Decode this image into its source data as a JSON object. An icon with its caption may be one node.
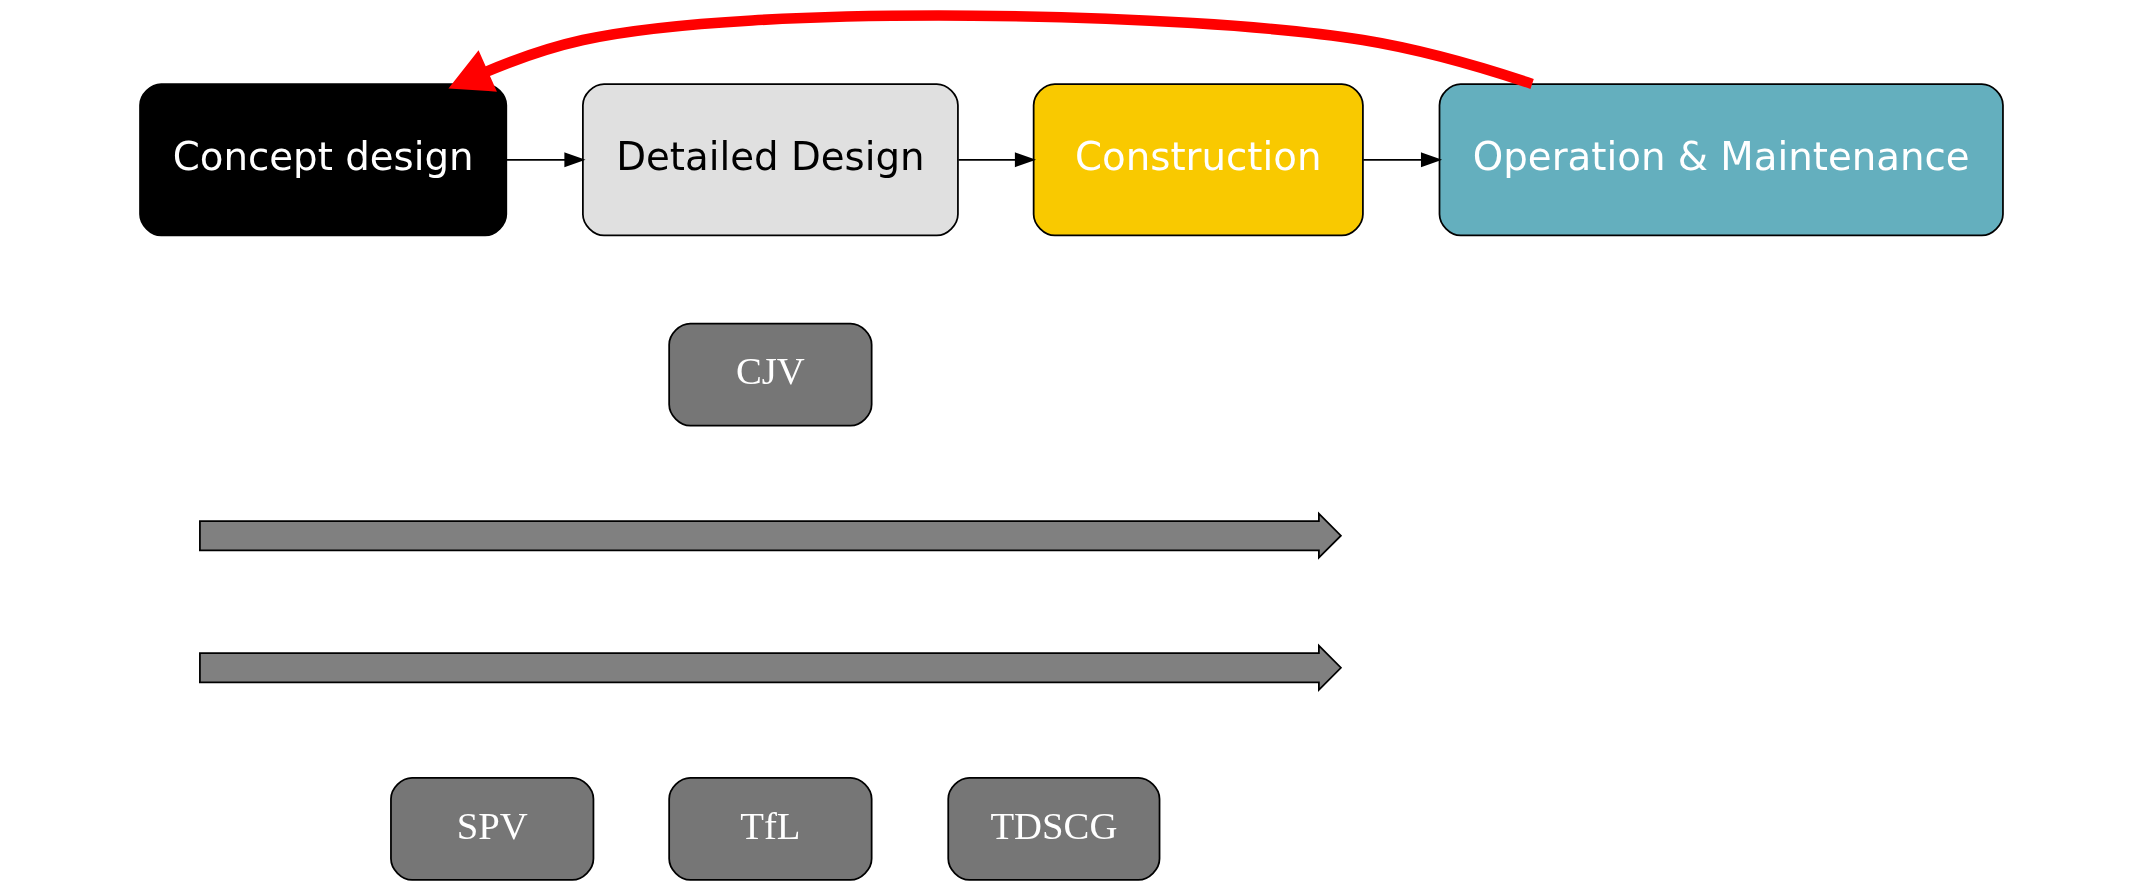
{
  "diagram": {
    "nodes": [
      {
        "text": [
          "Concept design"
        ]
      },
      {
        "text": [
          "Detailed Design"
        ]
      },
      {
        "text": [
          "Construction"
        ]
      },
      {
        "text": [
          "Operation & Maintenance"
        ]
      },
      {
        "text": [
          "CJV"
        ]
      },
      {
        "text": [],
        "shape": "arrow"
      },
      {
        "text": [],
        "shape": "arrow"
      },
      {
        "text": [
          "SPV"
        ]
      },
      {
        "text": [
          "TfL"
        ]
      },
      {
        "text": [
          "TDSCG"
        ]
      }
    ],
    "edges": [
      {
        "from": 0,
        "to": 1,
        "arrow": "to"
      },
      {
        "from": 1,
        "to": 2,
        "arrow": "to"
      },
      {
        "from": 2,
        "to": 3,
        "arrow": "to"
      },
      {
        "from": 3,
        "to": 0,
        "arrow": "to",
        "style": "thick",
        "color": "#ff0000"
      }
    ]
  }
}
